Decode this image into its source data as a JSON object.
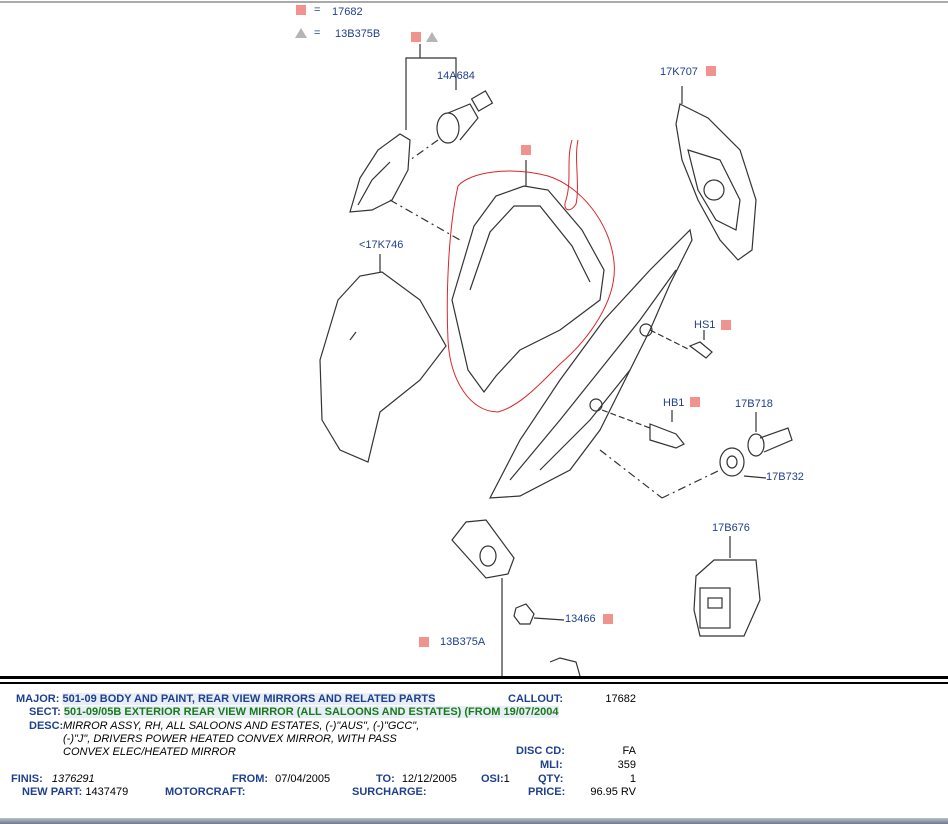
{
  "legend": {
    "square_code": "17682",
    "triangle_code": "13B375B",
    "equals": "="
  },
  "callouts": {
    "c14A684": "14A684",
    "c17K707": "17K707",
    "c17K746": "<17K746",
    "cHS1": "HS1",
    "cHB1": "HB1",
    "c17B718": "17B718",
    "c17B732": "17B732",
    "c17B676": "17B676",
    "c13466": "13466",
    "c13B375A": "13B375A"
  },
  "info": {
    "major_label": "MAJOR:",
    "major_value": "501-09  BODY AND PAINT, REAR VIEW MIRRORS AND RELATED PARTS",
    "callout_label": "CALLOUT:",
    "callout_value": "17682",
    "sect_label": "SECT:",
    "sect_value": "501-09/05B  EXTERIOR REAR VIEW MIRROR (ALL SALOONS AND ESTATES) (FROM 19/07/2004",
    "desc_label": "DESC:",
    "desc_line1": "MIRROR ASSY, RH, ALL SALOONS AND ESTATES, (-)\"AUS\", (-)\"GCC\",",
    "desc_line2": "(-)\"J\", DRIVERS POWER HEATED CONVEX MIRROR, WITH PASS",
    "desc_line3": "CONVEX ELEC/HEATED MIRROR",
    "disccd_label": "DISC CD:",
    "disccd_value": "FA",
    "mli_label": "MLI:",
    "mli_value": "359",
    "finis_label": "FINIS:",
    "finis_value": "1376291",
    "from_label": "FROM:",
    "from_value": "07/04/2005",
    "to_label": "TO:",
    "to_value": "12/12/2005",
    "osi_label": "OSI:",
    "osi_value": "1",
    "qty_label": "QTY:",
    "qty_value": "1",
    "newpart_label": "NEW PART:",
    "newpart_value": "1437479",
    "motorcraft_label": "MOTORCRAFT:",
    "surcharge_label": "SURCHARGE:",
    "price_label": "PRICE:",
    "price_value": "96.95 RV"
  },
  "colors": {
    "callout_text": "#1f3f8f",
    "marker_square": "#f0938f",
    "marker_triangle": "#b5b5b5",
    "annotation_red": "#d9262a"
  }
}
